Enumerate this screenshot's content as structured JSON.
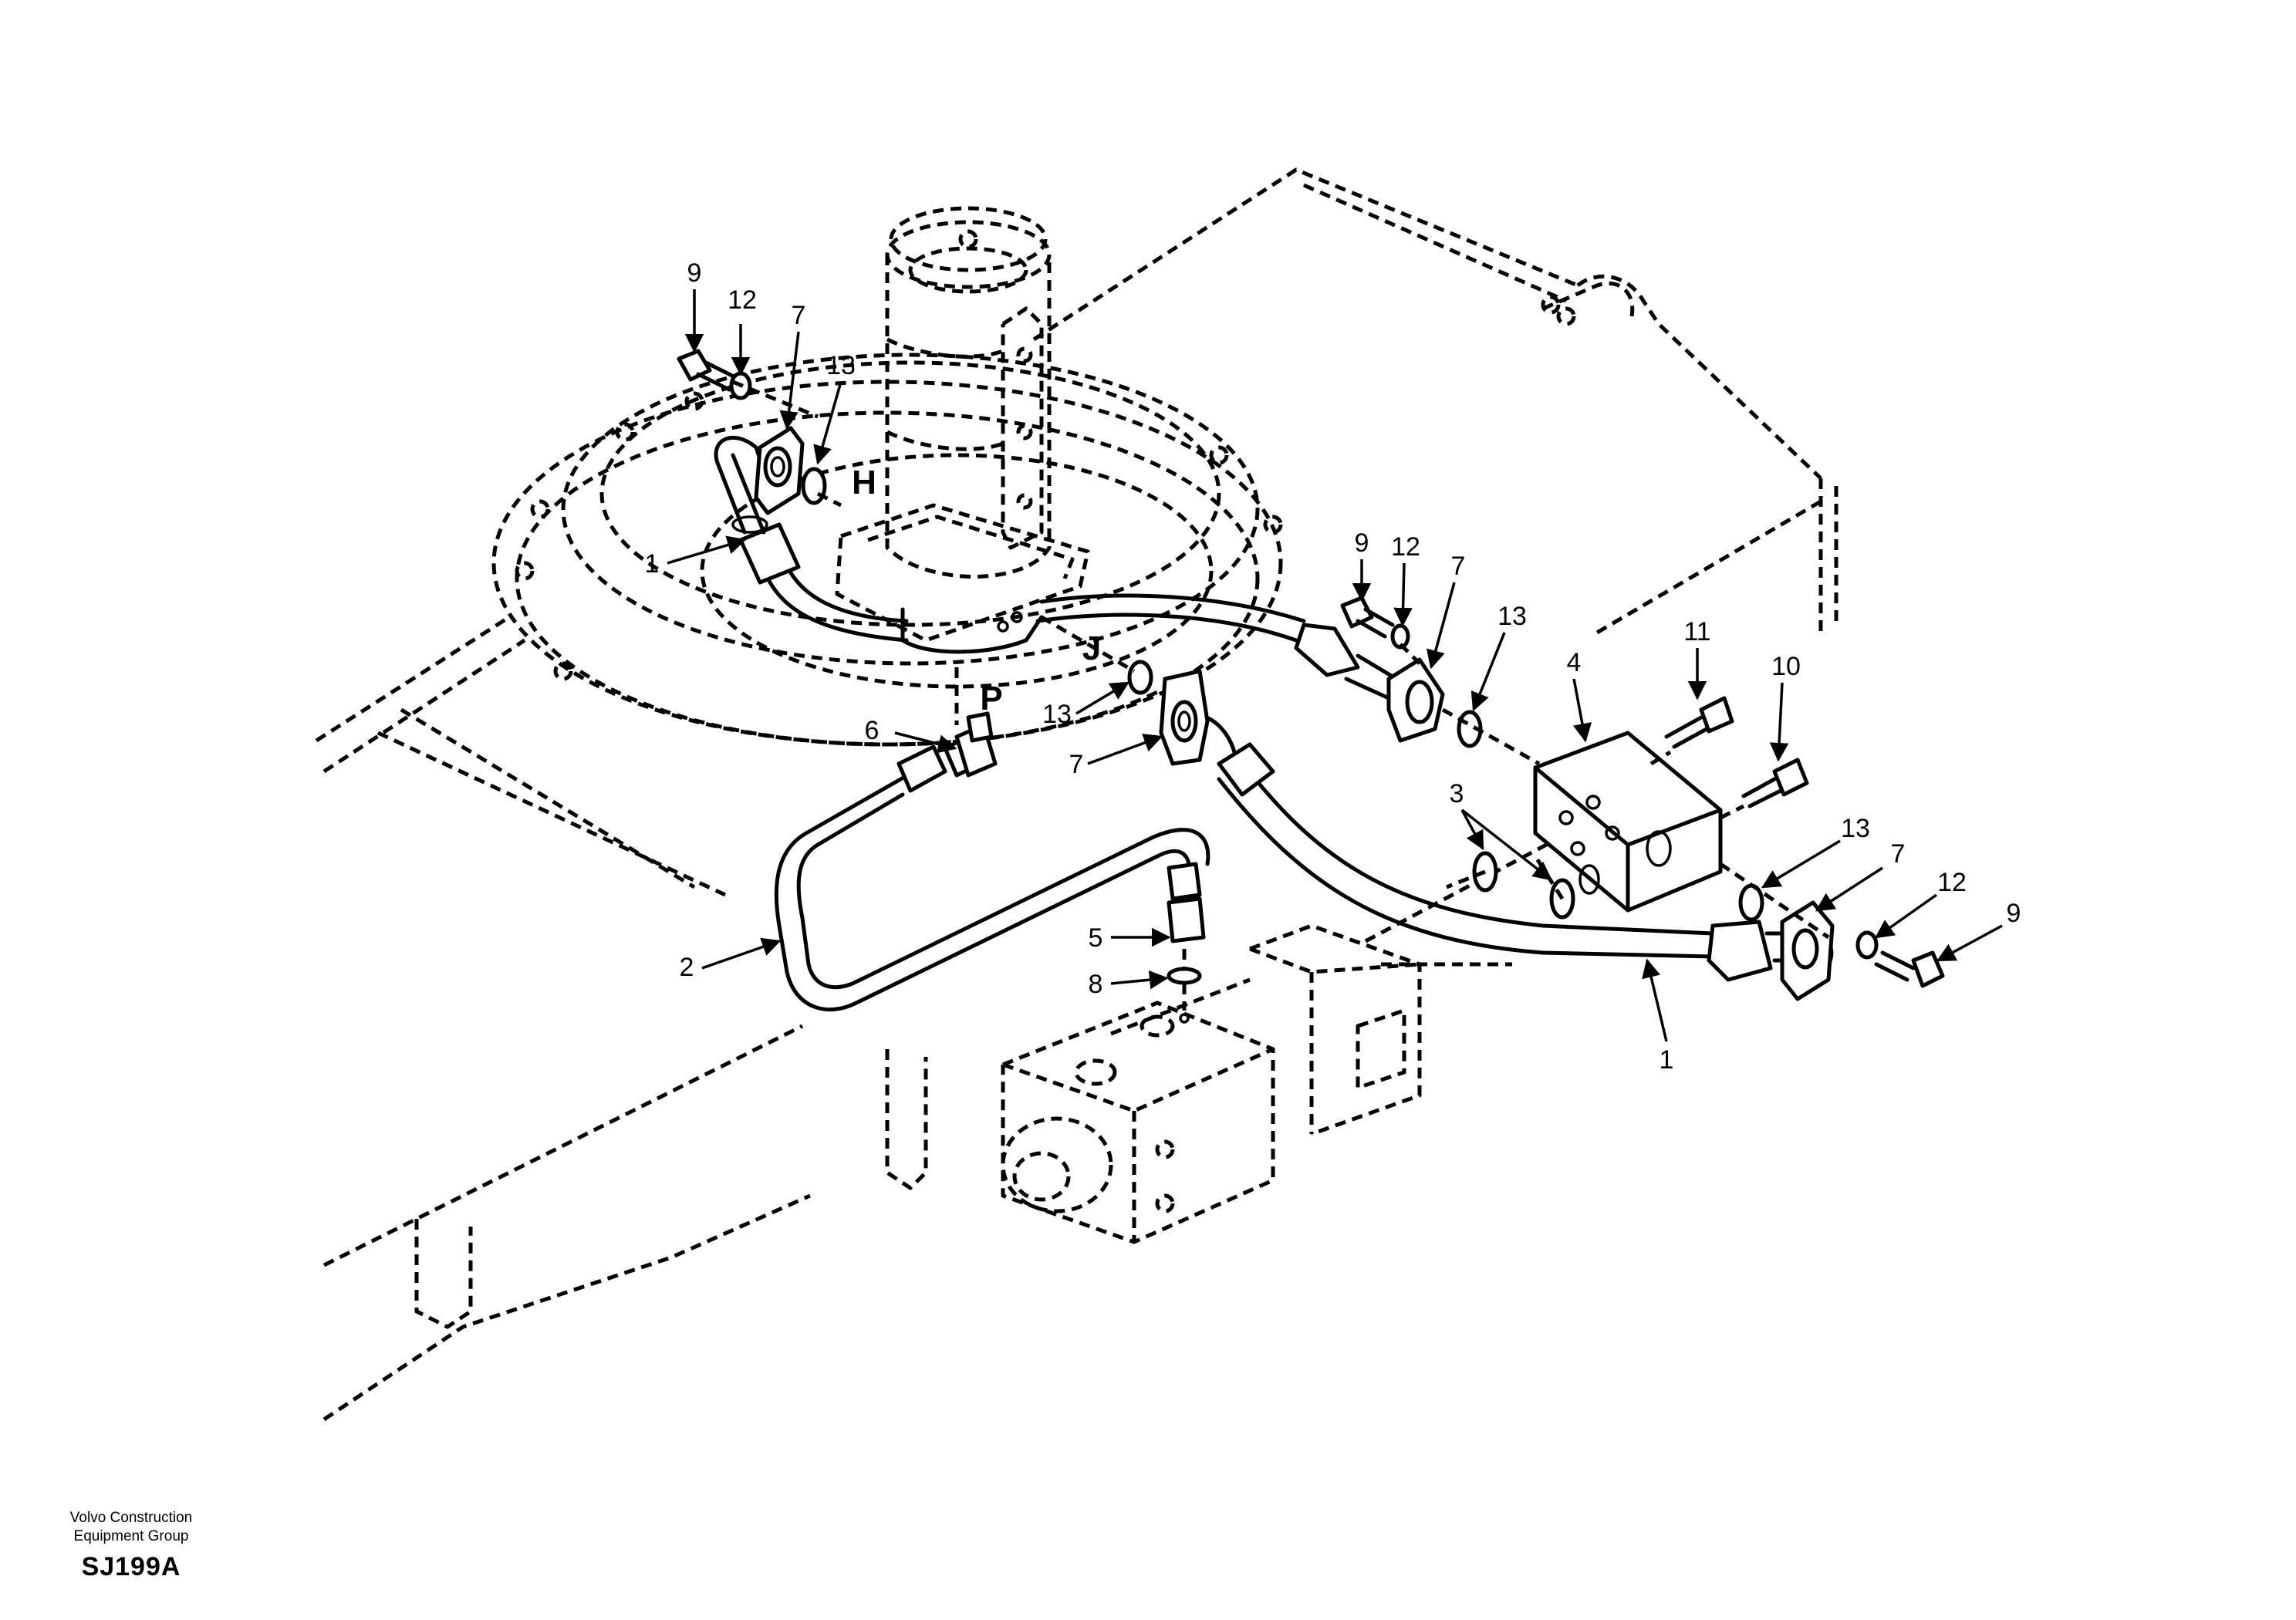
{
  "callouts": {
    "c9a": "9",
    "c12a": "12",
    "c7a": "7",
    "c13a": "13",
    "c1a": "1",
    "c6": "6",
    "c2": "2",
    "c5": "5",
    "c8": "8",
    "c13b": "13",
    "c7b": "7",
    "c9b": "9",
    "c12b": "12",
    "c7c": "7",
    "c13c": "13",
    "c4": "4",
    "c11": "11",
    "c10": "10",
    "c3": "3",
    "c13d": "13",
    "c7d": "7",
    "c12c": "12",
    "c9c": "9",
    "c1b": "1"
  },
  "ports": {
    "H": "H",
    "J": "J",
    "P": "P"
  },
  "footer": {
    "group_line1": "Volvo Construction",
    "group_line2": "Equipment Group",
    "code": "SJ199A"
  }
}
